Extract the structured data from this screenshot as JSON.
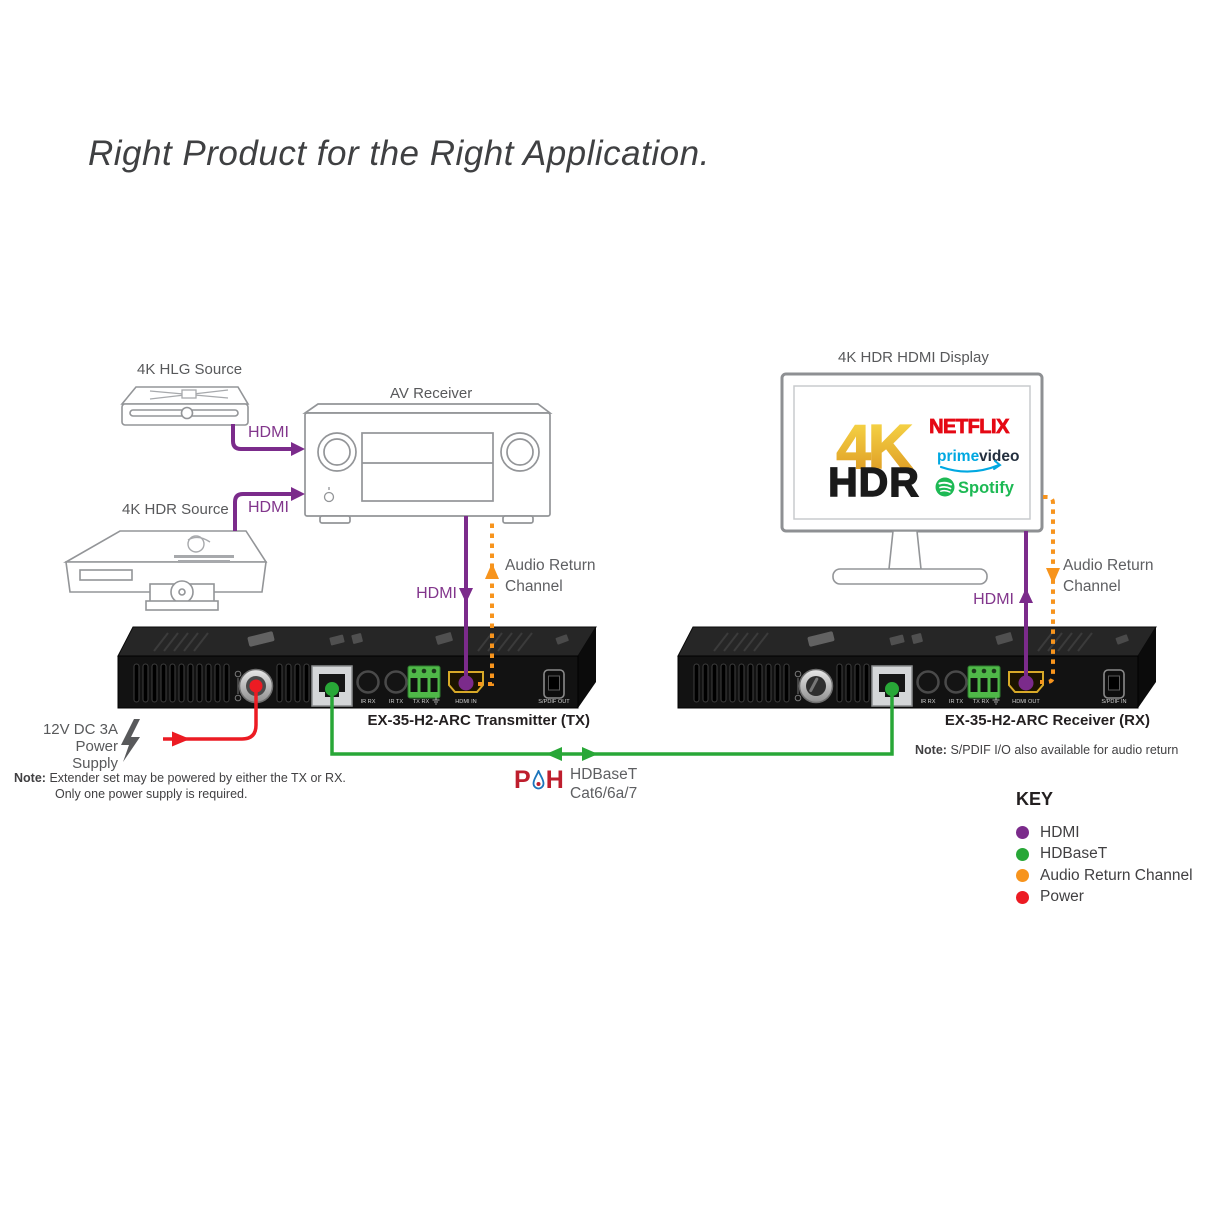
{
  "title": "Right Product for the Right Application.",
  "labels": {
    "hlg_source": "4K HLG Source",
    "hdr_source": "4K HDR Source",
    "av_receiver": "AV Receiver",
    "hdmi_display": "4K HDR HDMI Display",
    "hdmi_hlg": "HDMI",
    "hdmi_hdr": "HDMI",
    "hdmi_tx": "HDMI",
    "hdmi_rx": "HDMI",
    "arc_tx_l1": "Audio Return",
    "arc_tx_l2": "Channel",
    "arc_rx_l1": "Audio Return",
    "arc_rx_l2": "Channel",
    "hdbaset_l1": "HDBaseT",
    "hdbaset_l2": "Cat6/6a/7",
    "poh_p": "P",
    "poh_h": "H"
  },
  "power": {
    "l1": "12V DC 3A",
    "l2": "Power Supply",
    "note_bold": "Note:",
    "note_l1": "Extender set may be powered by either the TX or RX.",
    "note_l2": "Only one power supply is required."
  },
  "transmitter": {
    "caption": "EX-35-H2-ARC Transmitter (TX)",
    "ports": {
      "ir_rx": "IR RX",
      "ir_tx": "IR TX",
      "phoenix": "TX RX",
      "hdmi": "HDMI IN",
      "spdif": "S/PDIF OUT"
    }
  },
  "receiver": {
    "caption": "EX-35-H2-ARC Receiver (RX)",
    "note_bold": "Note:",
    "note_text": "S/PDIF I/O also available for audio return",
    "ports": {
      "ir_rx": "IR RX",
      "ir_tx": "IR TX",
      "phoenix": "TX RX",
      "hdmi": "HDMI OUT",
      "spdif": "S/PDIF IN"
    }
  },
  "screen": {
    "fourk": "4K",
    "hdr": "HDR",
    "netflix": "NETFLIX",
    "prime": "prime",
    "video": "video",
    "spotify": "Spotify",
    "gold_top": "#F9DC4B",
    "gold_bottom": "#DB941F",
    "netflix_color": "#E50914",
    "prime_color": "#00A8E1",
    "video_color": "#232F3E",
    "spotify_color": "#1DB954",
    "hdr_color": "#1A1A1A"
  },
  "colors": {
    "hdmi": "#7B2B8B",
    "hdbaset": "#28A737",
    "audio_return": "#F7941D",
    "power": "#EC1B23"
  },
  "key": {
    "title": "KEY",
    "items": [
      {
        "label": "HDMI",
        "color": "#7B2B8B"
      },
      {
        "label": "HDBaseT",
        "color": "#28A737"
      },
      {
        "label": "Audio Return Channel",
        "color": "#F7941D"
      },
      {
        "label": "Power",
        "color": "#EC1B23"
      }
    ]
  }
}
